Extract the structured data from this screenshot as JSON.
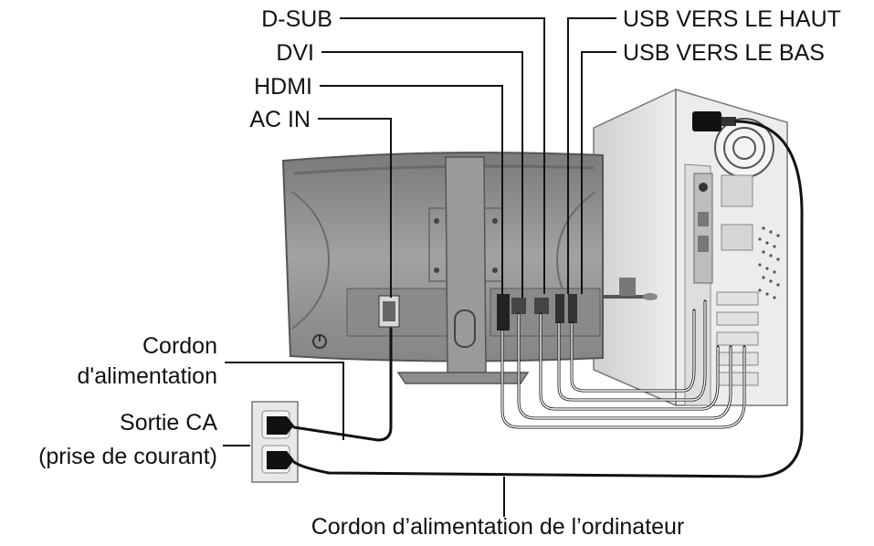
{
  "labels": {
    "dsub": "D-SUB",
    "dvi": "DVI",
    "hdmi": "HDMI",
    "acin": "AC IN",
    "usb_up": "USB VERS LE HAUT",
    "usb_down": "USB VERS LE BAS",
    "cordon_line1": "Cordon",
    "cordon_line2": "d'alimentation",
    "sortie_line1": "Sortie CA",
    "sortie_line2": "(prise de courant)",
    "computer_cord": "Cordon d’alimentation de l’ordinateur"
  },
  "colors": {
    "line": "#111111",
    "monitor_body": "#909090",
    "monitor_dark": "#5e5e5e",
    "pc_case": "#e6e6e6",
    "outlet": "#e8e8e8"
  }
}
